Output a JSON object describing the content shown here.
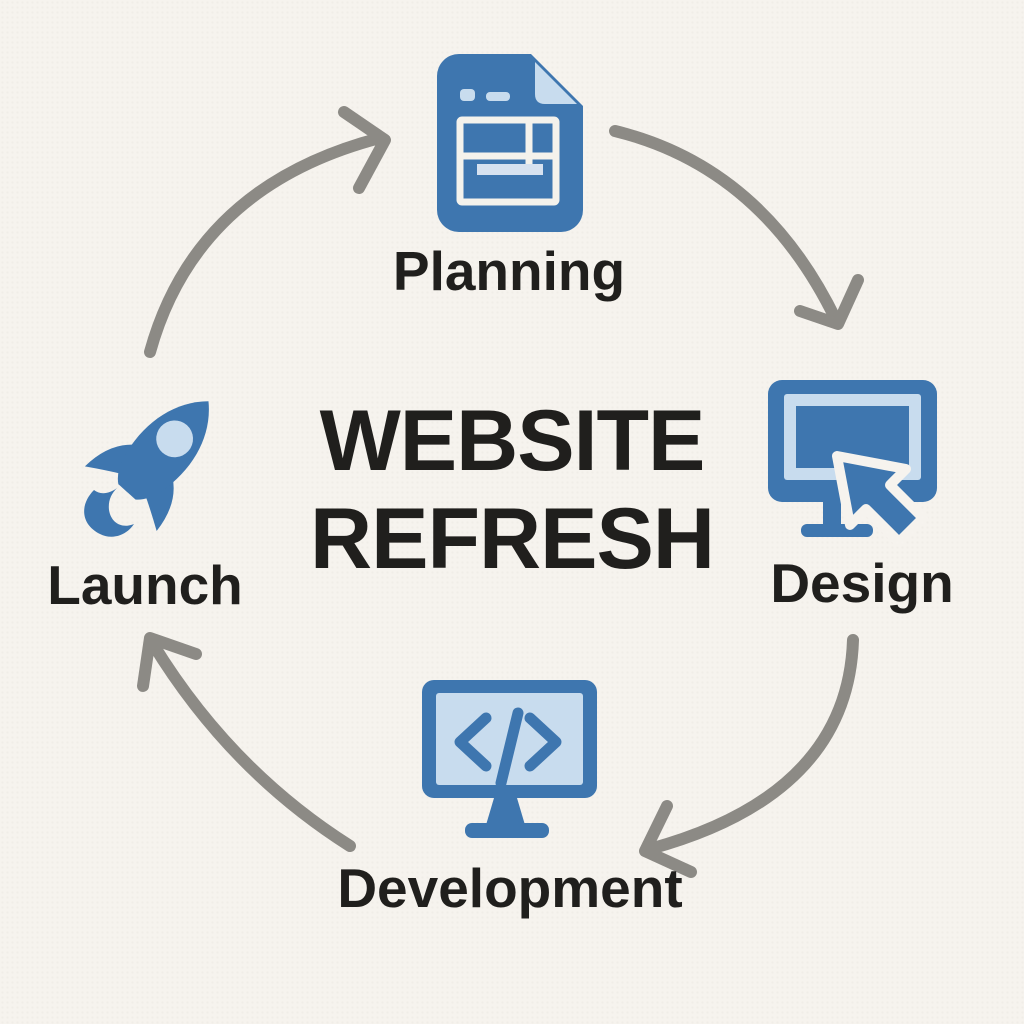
{
  "title": {
    "line1": "WEBSITE",
    "line2": "REFRESH"
  },
  "stages": [
    {
      "id": "planning",
      "label": "Planning",
      "icon": "document-wireframe-icon",
      "position": "top"
    },
    {
      "id": "design",
      "label": "Design",
      "icon": "monitor-cursor-icon",
      "position": "right"
    },
    {
      "id": "development",
      "label": "Development",
      "icon": "monitor-code-icon",
      "position": "bottom"
    },
    {
      "id": "launch",
      "label": "Launch",
      "icon": "rocket-icon",
      "position": "left"
    }
  ],
  "arrows": [
    {
      "from": "Launch",
      "to": "Planning",
      "direction": "clockwise"
    },
    {
      "from": "Planning",
      "to": "Design",
      "direction": "clockwise"
    },
    {
      "from": "Design",
      "to": "Development",
      "direction": "clockwise"
    },
    {
      "from": "Development",
      "to": "Launch",
      "direction": "clockwise"
    }
  ],
  "colors": {
    "background": "#f6f3ee",
    "icon_blue": "#3e76af",
    "icon_light_blue": "#c8dcee",
    "wire_white": "#f4f2ec",
    "wire_bar": "#d7e2f0",
    "arrow_gray": "#8c8a85",
    "text": "#201f1d"
  }
}
